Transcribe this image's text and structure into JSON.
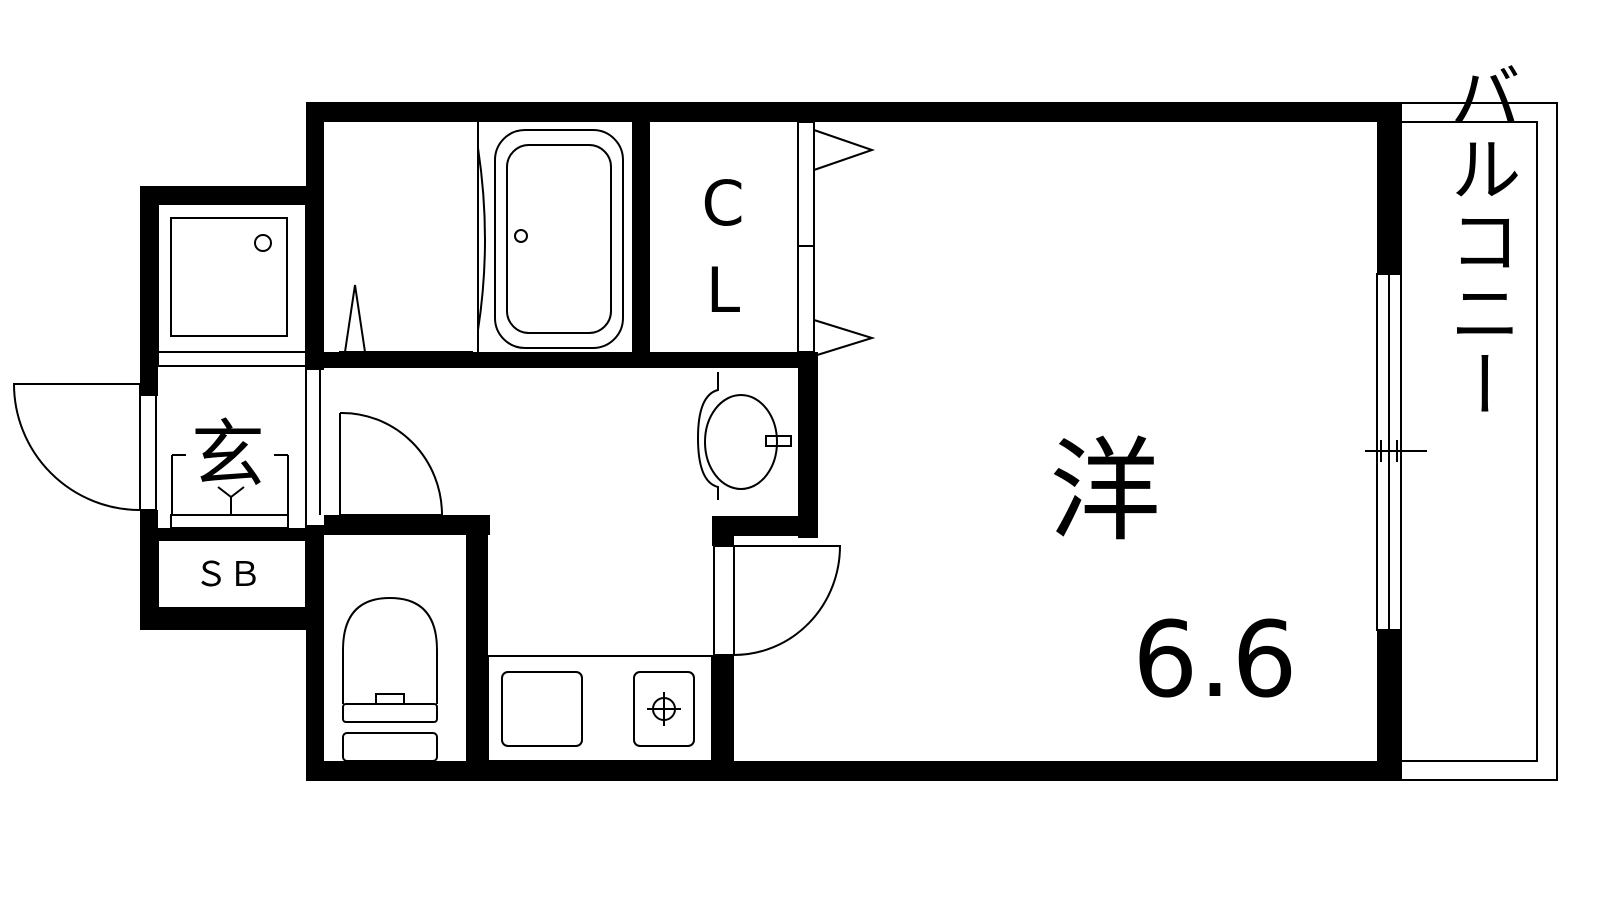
{
  "floorplan": {
    "rooms": {
      "western": {
        "label": "洋",
        "size": "6.6"
      },
      "closet": {
        "label_line1": "C",
        "label_line2": "L"
      },
      "entrance": {
        "label": "玄"
      },
      "shoe_box": {
        "label": "ＳＢ"
      },
      "balcony": {
        "label": "バルコニー"
      }
    },
    "colors": {
      "wall": "#000000",
      "background": "#ffffff"
    }
  }
}
